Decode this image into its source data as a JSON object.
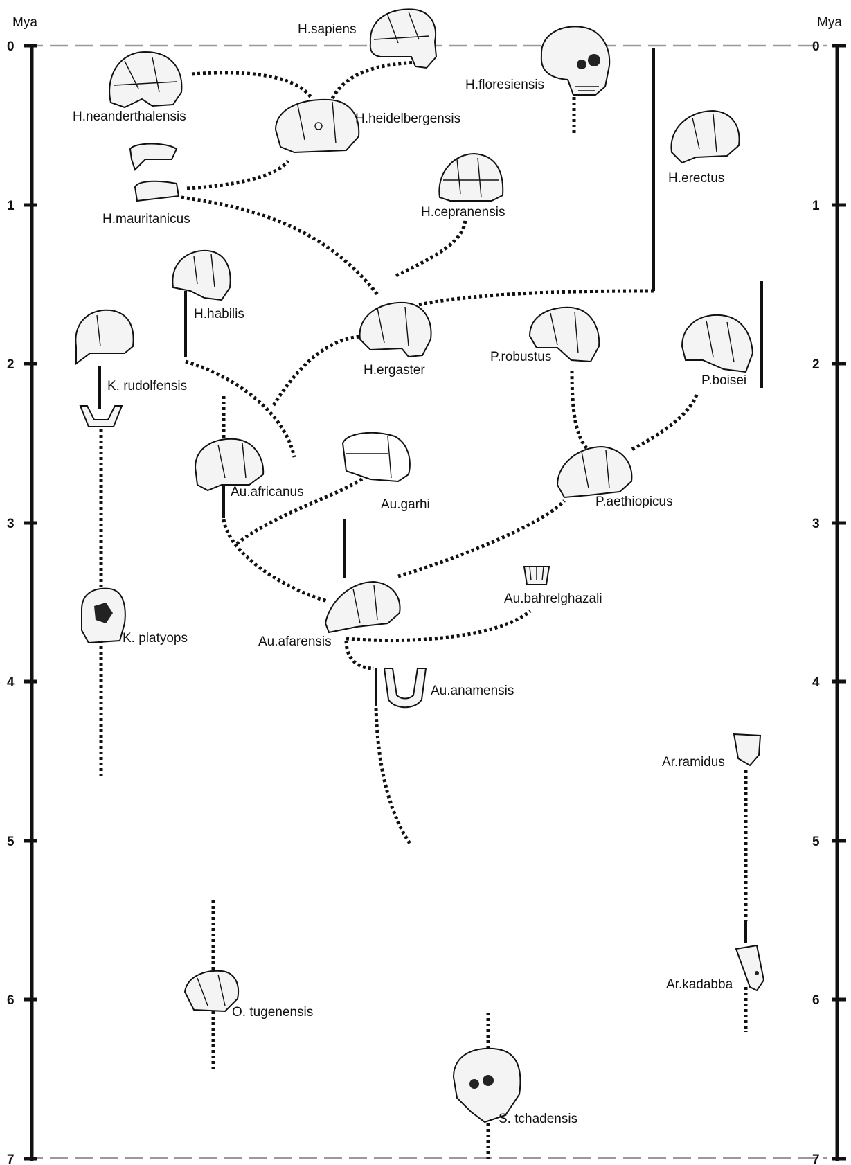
{
  "axis": {
    "unit_left": "Mya",
    "unit_right": "Mya",
    "ticks": [
      "0",
      "1",
      "2",
      "3",
      "4",
      "5",
      "6",
      "7"
    ]
  },
  "species": {
    "h_sapiens": "H.sapiens",
    "h_floresiensis": "H.floresiensis",
    "h_neanderthalensis": "H.neanderthalensis",
    "h_heidelbergensis": "H.heidelbergensis",
    "h_erectus": "H.erectus",
    "h_mauritanicus": "H.mauritanicus",
    "h_cepranensis": "H.cepranensis",
    "h_habilis": "H.habilis",
    "h_ergaster": "H.ergaster",
    "p_robustus": "P.robustus",
    "p_boisei": "P.boisei",
    "k_rudolfensis": "K. rudolfensis",
    "au_africanus": "Au.africanus",
    "au_garhi": "Au.garhi",
    "p_aethiopicus": "P.aethiopicus",
    "au_bahrelghazali": "Au.bahrelghazali",
    "au_afarensis": "Au.afarensis",
    "k_platyops": "K. platyops",
    "au_anamensis": "Au.anamensis",
    "ar_ramidus": "Ar.ramidus",
    "ar_kadabba": "Ar.kadabba",
    "o_tugenensis": "O. tugenensis",
    "s_tchadensis": "S. tchadensis"
  }
}
